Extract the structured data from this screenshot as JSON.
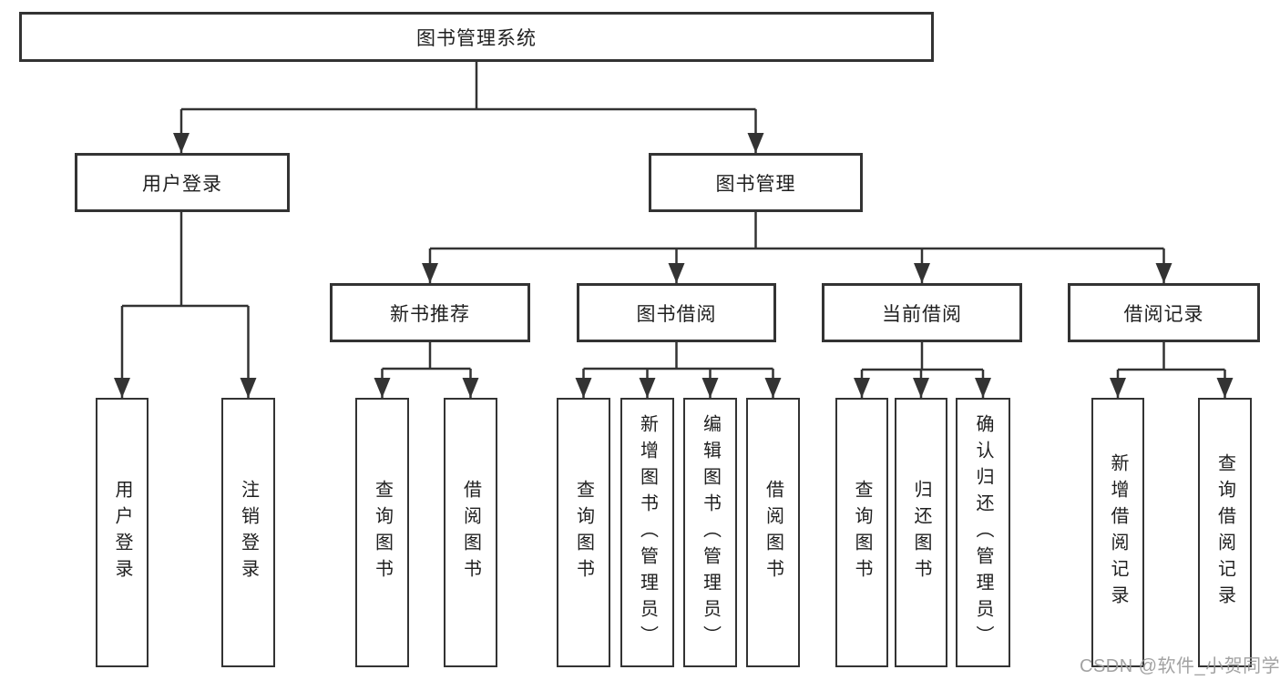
{
  "diagram": {
    "type": "tree",
    "orientation": "top-down",
    "tree": {
      "root": {
        "label": "图书管理系统",
        "children": [
          {
            "label": "用户登录",
            "children": [
              {
                "label": "用户登录"
              },
              {
                "label": "注销登录"
              }
            ]
          },
          {
            "label": "图书管理",
            "children": [
              {
                "label": "新书推荐",
                "children": [
                  {
                    "label": "查询图书"
                  },
                  {
                    "label": "借阅图书"
                  }
                ]
              },
              {
                "label": "图书借阅",
                "children": [
                  {
                    "label": "查询图书"
                  },
                  {
                    "label": "新增图书（管理员）"
                  },
                  {
                    "label": "编辑图书（管理员）"
                  },
                  {
                    "label": "借阅图书"
                  }
                ]
              },
              {
                "label": "当前借阅",
                "children": [
                  {
                    "label": "查询图书"
                  },
                  {
                    "label": "归还图书"
                  },
                  {
                    "label": "确认归还（管理员）"
                  }
                ]
              },
              {
                "label": "借阅记录",
                "children": [
                  {
                    "label": "新增借阅记录"
                  },
                  {
                    "label": "查询借阅记录"
                  }
                ]
              }
            ]
          }
        ]
      }
    },
    "colors": {
      "background": "#ffffff",
      "line": "#333333",
      "box_border": "#333333",
      "box_fill": "#ffffff",
      "text": "#1f1f1f"
    }
  },
  "watermark": {
    "text": "CSDN @软件_小贺同学",
    "color": "#9b9b9b"
  }
}
